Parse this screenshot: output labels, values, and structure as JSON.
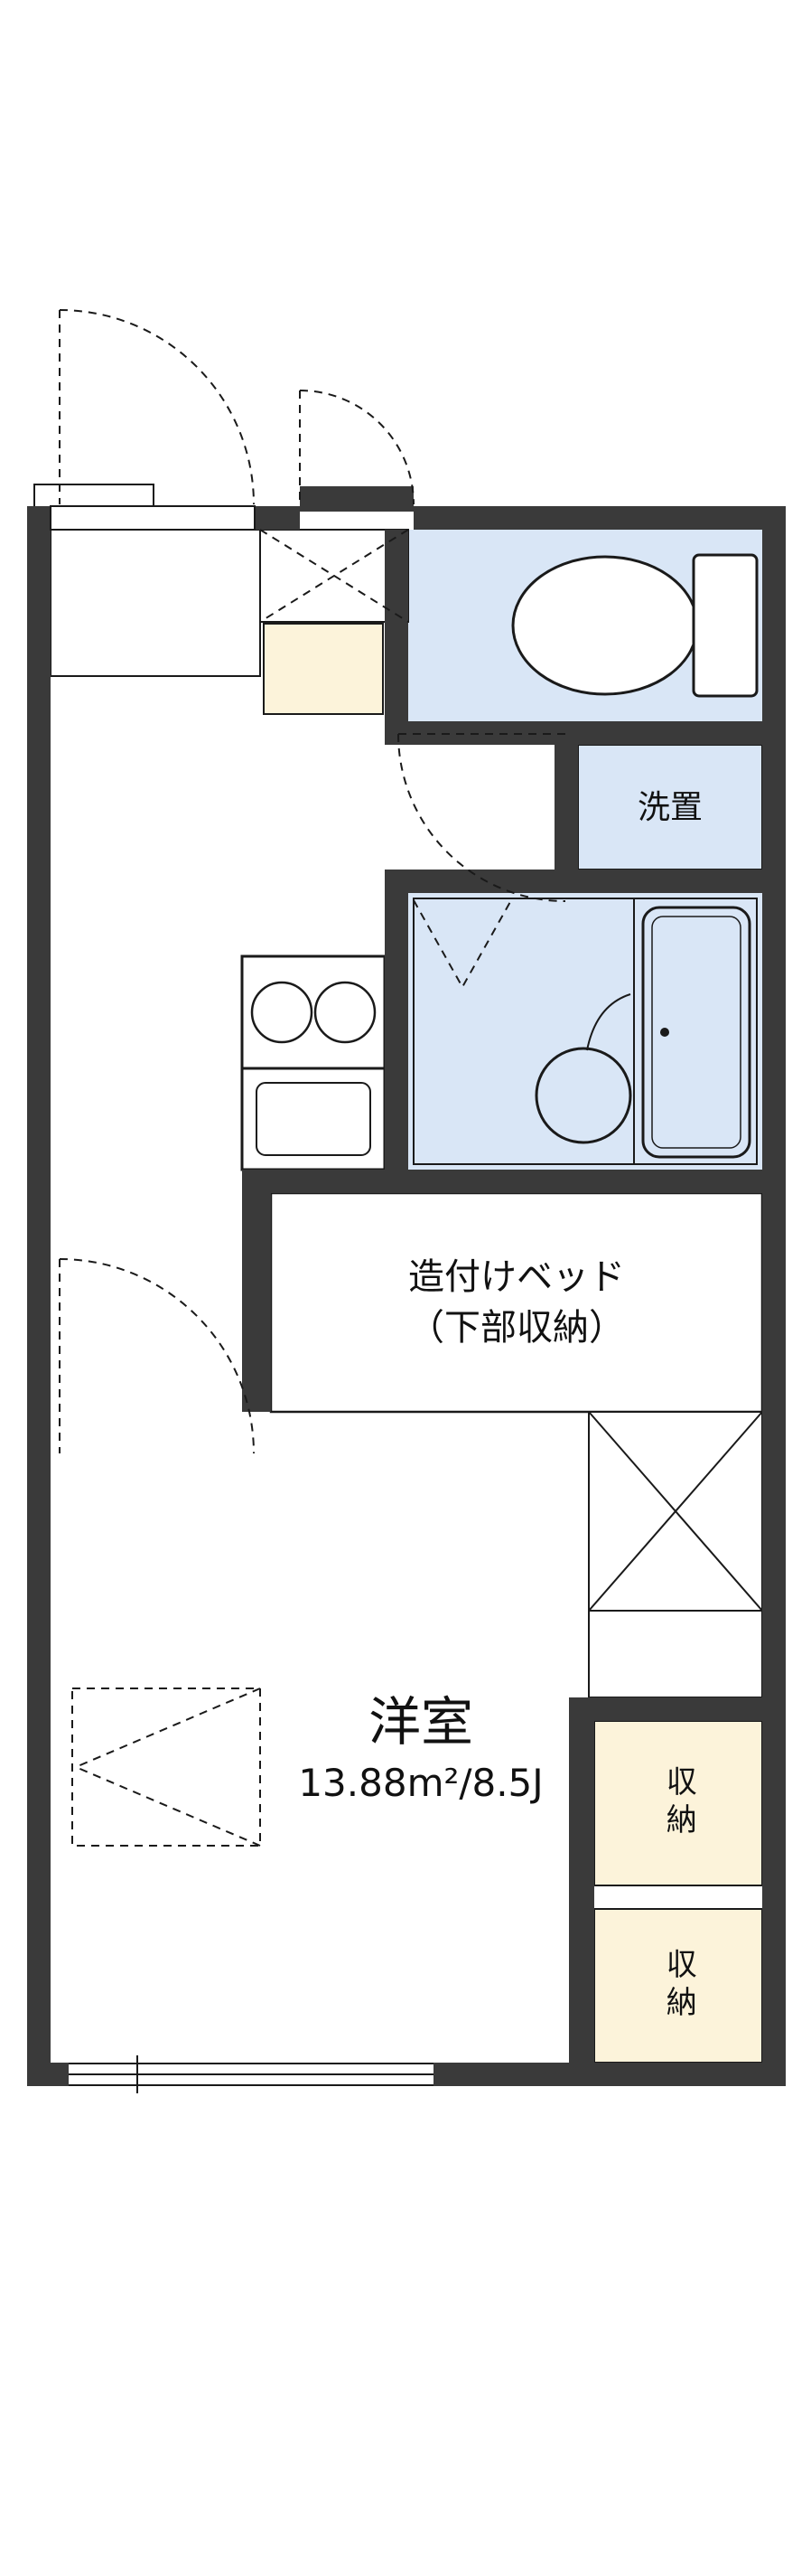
{
  "floorplan": {
    "rooms": {
      "washer": {
        "label": "洗置"
      },
      "bed": {
        "label_line1": "造付けベッド",
        "label_line2": "（下部収納）"
      },
      "main_room": {
        "name": "洋室",
        "area": "13.88m²/8.5J"
      },
      "storage_top": {
        "label": "収納"
      },
      "storage_bottom": {
        "label": "収納"
      }
    },
    "colors": {
      "wall": "#3a3a3a",
      "water_area_blue": "#d9e6f6",
      "storage_cream": "#fcf3da",
      "line": "#1a1a1a",
      "background": "#ffffff"
    }
  }
}
